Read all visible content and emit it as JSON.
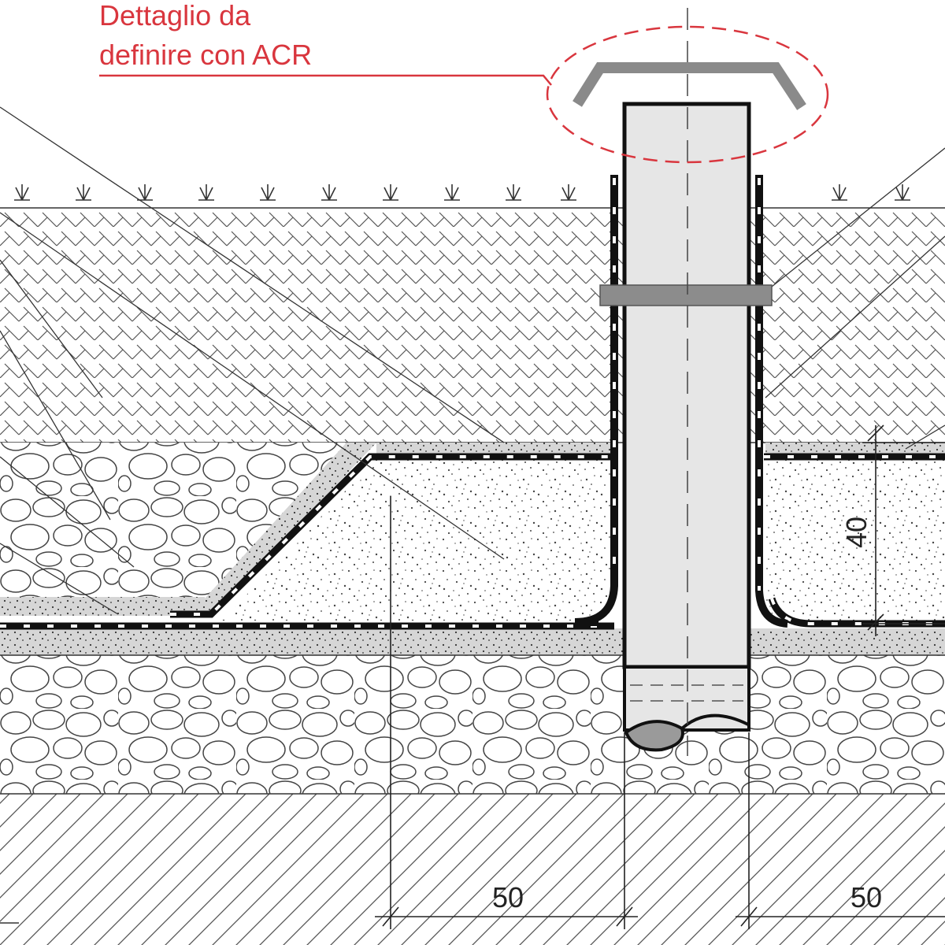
{
  "annotation": {
    "line1": "Dettaglio da",
    "line2": "definire con ACR",
    "color": "#d9363e"
  },
  "dimensions": {
    "width_left": "50",
    "width_right": "50",
    "height": "40"
  },
  "colors": {
    "line": "#222222",
    "pipe_fill": "#e6e6e6",
    "collar": "#8c8c8c",
    "background": "#ffffff"
  },
  "layers": [
    "vegetation-surface",
    "topsoil",
    "gravel-drainage",
    "sand-bedding",
    "waterproof-membrane",
    "gravel-base",
    "subsoil"
  ]
}
